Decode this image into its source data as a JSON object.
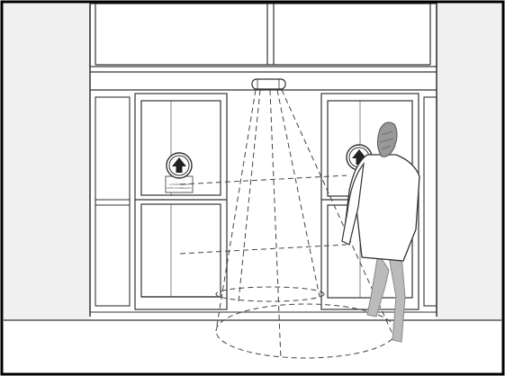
{
  "figure": {
    "subject": "automatic sliding door entrance with overhead motion sensor",
    "colors": {
      "line": "#333333",
      "wall": "#f0f0f0",
      "glass": "#ffffff",
      "floor": "#ffffff",
      "figure_fill": "#ffffff",
      "leg_sketch": "#888888",
      "border": "#000000"
    },
    "sign_left": {
      "icon": "up-arrow-icon",
      "caption_line1": "AUTOMATIC DOOR",
      "caption_line2": "ASSIST IN EMERGENCY"
    },
    "sign_right": {
      "icon": "up-arrow-icon"
    },
    "sensor": {
      "icon": "motion-sensor-icon",
      "beam_style": "dashed"
    }
  }
}
